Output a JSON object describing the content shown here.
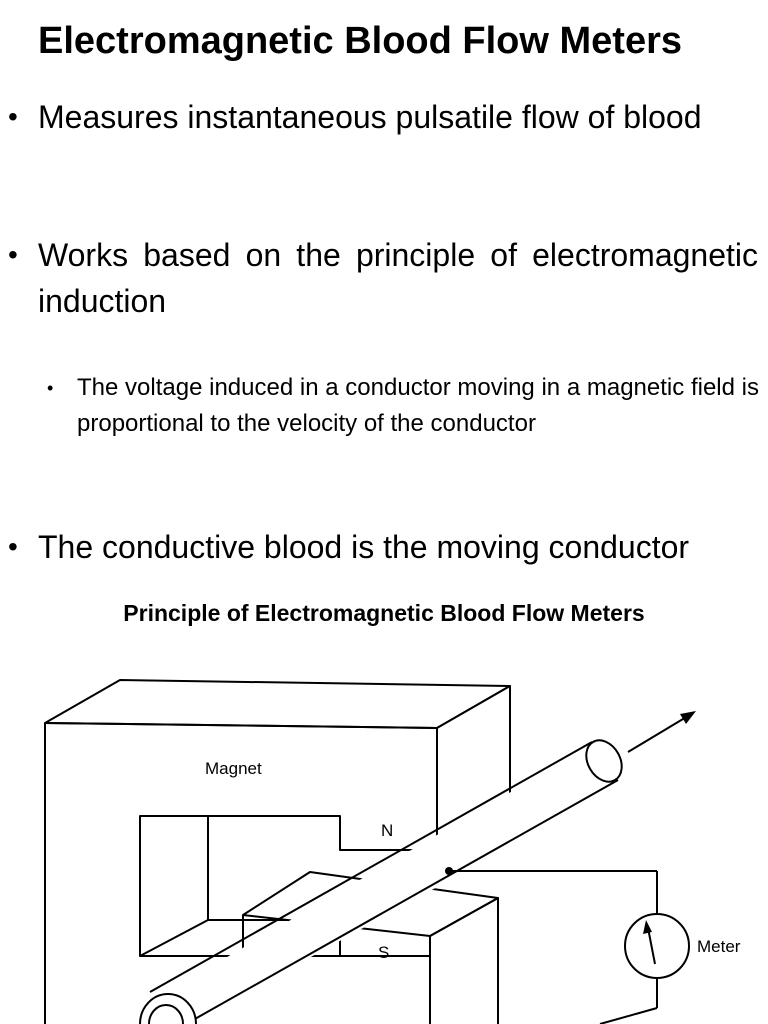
{
  "slide": {
    "title": "Electromagnetic Blood Flow Meters",
    "bullets": [
      "Measures instantaneous pulsatile flow of blood",
      "Works based on the principle of electromagnetic induction",
      "The conductive blood is the moving conductor"
    ],
    "sub_bullets": [
      "The voltage induced in a conductor moving in a magnetic field is proportional to the velocity of the conductor"
    ],
    "bullet_glyph": "•"
  },
  "figure": {
    "caption": "Principle of Electromagnetic Blood Flow Meters",
    "labels": {
      "magnet": "Magnet",
      "north": "N",
      "south": "S",
      "meter": "Meter"
    }
  }
}
